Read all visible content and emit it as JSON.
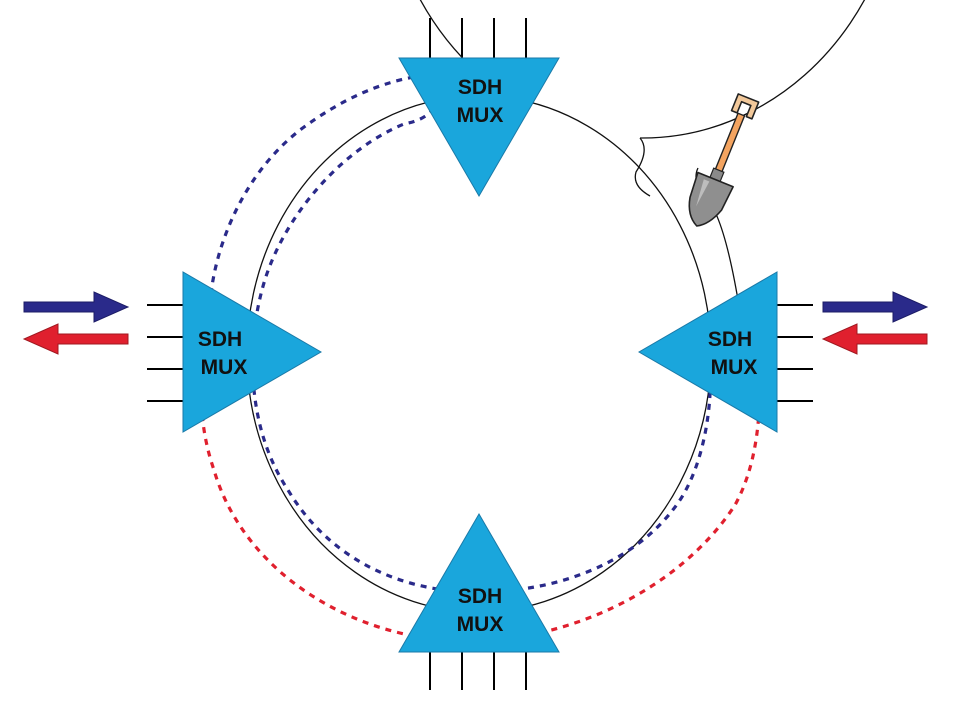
{
  "diagram": {
    "colors": {
      "mux_fill": "#1aa6dc",
      "mux_stroke": "#1a7aa8",
      "working_path": "#2a2a8a",
      "protection_path": "#e0202e",
      "ring_fibre": "#111111",
      "line": "#000000"
    },
    "nodes": [
      {
        "id": "top",
        "orientation": "pointing-down",
        "line1": "SDH",
        "line2": "MUX"
      },
      {
        "id": "left",
        "orientation": "pointing-right",
        "line1": "SDH",
        "line2": "MUX"
      },
      {
        "id": "right",
        "orientation": "pointing-left",
        "line1": "SDH",
        "line2": "MUX"
      },
      {
        "id": "bottom",
        "orientation": "pointing-up",
        "line1": "SDH",
        "line2": "MUX"
      }
    ],
    "fibre_cut_icon": "shovel-icon",
    "arrows": [
      {
        "side": "left",
        "direction": "right",
        "color": "working_path"
      },
      {
        "side": "left",
        "direction": "left",
        "color": "protection_path"
      },
      {
        "side": "right",
        "direction": "right",
        "color": "working_path"
      },
      {
        "side": "right",
        "direction": "left",
        "color": "protection_path"
      }
    ]
  }
}
